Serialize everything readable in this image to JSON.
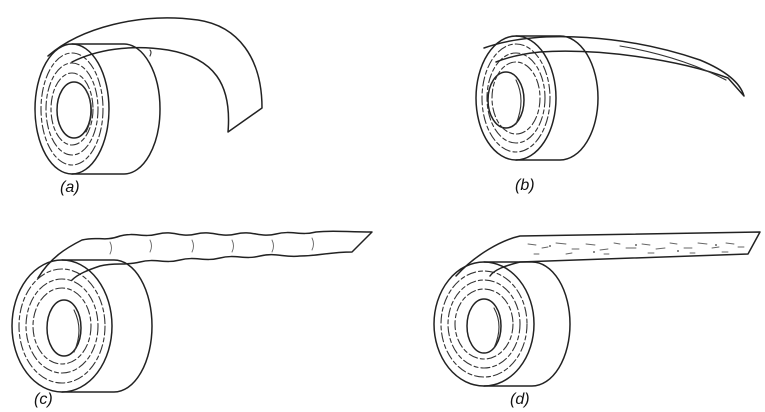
{
  "figure": {
    "panels": [
      {
        "id": "a",
        "label": "(a)"
      },
      {
        "id": "b",
        "label": "(b)"
      },
      {
        "id": "c",
        "label": "(c)"
      },
      {
        "id": "d",
        "label": "(d)"
      }
    ]
  },
  "colors": {
    "ink": "#222222",
    "background": "#ffffff"
  }
}
